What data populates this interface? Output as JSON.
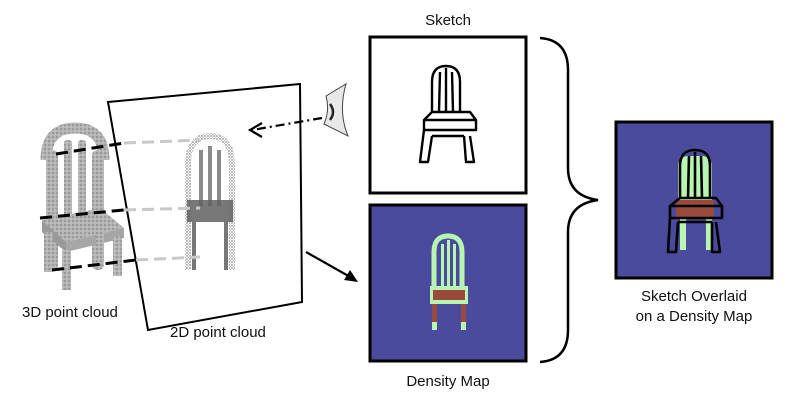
{
  "labels": {
    "sketch": "Sketch",
    "density_map": "Density Map",
    "point_cloud_3d": "3D point cloud",
    "point_cloud_2d": "2D point cloud",
    "overlay_line1": "Sketch Overlaid",
    "overlay_line2": "on a Density Map"
  },
  "colors": {
    "density_background": "#4a4b9c",
    "density_high": "#b7f5b0",
    "density_seat": "#9a4a3c",
    "point_cloud_gray": "#9a9a9a",
    "ink": "#000000"
  }
}
